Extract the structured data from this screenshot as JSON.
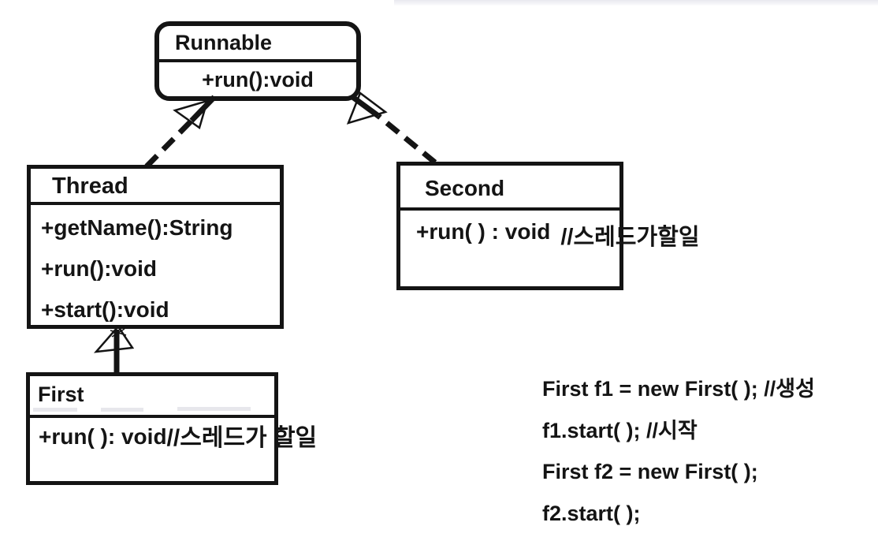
{
  "page": {
    "background": "#ffffff",
    "ink": "#141414"
  },
  "uml": {
    "runnable": {
      "name": "Runnable",
      "method": "+run():void"
    },
    "thread": {
      "name": "Thread",
      "methods": [
        "+getName():String",
        "+run():void",
        "+start():void"
      ]
    },
    "second": {
      "name": "Second",
      "method": "+run( ) : void",
      "comment": "//스레드가할일"
    },
    "first": {
      "name": "First",
      "method": "+run( ): void",
      "comment": "//스레드가 할일"
    },
    "relations": [
      {
        "from": "Thread",
        "to": "Runnable",
        "type": "realization",
        "line": "dashed",
        "arrowhead": "hollow-triangle"
      },
      {
        "from": "Second",
        "to": "Runnable",
        "type": "realization",
        "line": "dashed",
        "arrowhead": "hollow-triangle"
      },
      {
        "from": "First",
        "to": "Thread",
        "type": "generalization",
        "line": "solid",
        "arrowhead": "hollow-triangle"
      }
    ]
  },
  "code": {
    "lines": [
      "First f1 = new First( ); //생성",
      "f1.start( ); //시작",
      "First f2 = new First( );",
      "f2.start(  );"
    ]
  }
}
